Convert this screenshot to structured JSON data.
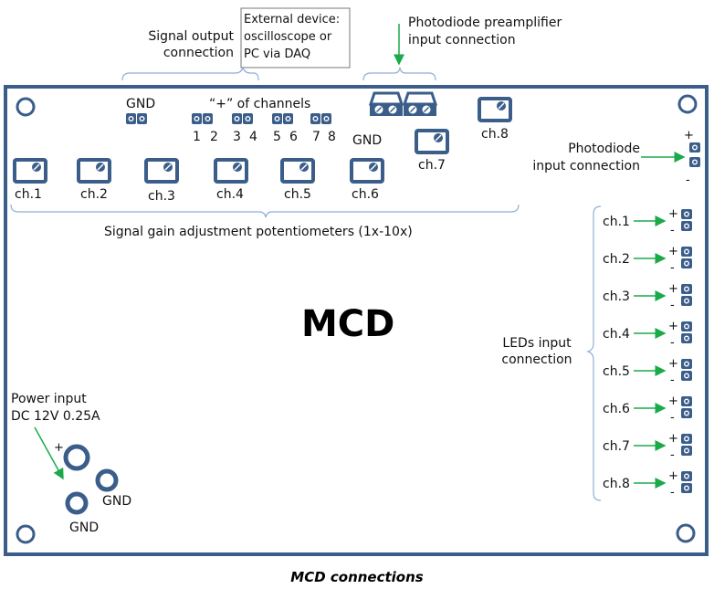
{
  "title": "MCD",
  "caption": "MCD connections",
  "colors": {
    "board": "#3b5d8a",
    "arrow": "#1aaa4a",
    "brace": "#8fb0d6",
    "text": "#111111"
  },
  "top": {
    "signal_output": [
      "Signal output",
      "connection"
    ],
    "external_device": [
      "External device:",
      "oscilloscope or",
      "PC via DAQ"
    ],
    "preamp": [
      "Photodiode preamplifier",
      "input connection"
    ]
  },
  "board": {
    "gnd_header_label": "GND",
    "plus_channels_label": "“+” of channels",
    "pin_numbers": [
      "1",
      "2",
      "3",
      "4",
      "5",
      "6",
      "7",
      "8"
    ],
    "gnd_preamp_label": "GND",
    "pots_row1": [
      "ch.1",
      "ch.2",
      "ch.3",
      "ch.4",
      "ch.5",
      "ch.6"
    ],
    "pot_ch7": "ch.7",
    "pot_ch8": "ch.8",
    "gain_label": "Signal gain adjustment potentiometers (1x-10x)",
    "photodiode_input": [
      "Photodiode",
      "input connection"
    ],
    "plus": "+",
    "minus": "-",
    "leds_label": [
      "LEDs input",
      "connection"
    ],
    "led_channels": [
      "ch.1",
      "ch.2",
      "ch.3",
      "ch.4",
      "ch.5",
      "ch.6",
      "ch.7",
      "ch.8"
    ],
    "power_label": [
      "Power input",
      "DC 12V 0.25A"
    ],
    "power_plus": "+",
    "gnd_a": "GND",
    "gnd_b": "GND"
  }
}
